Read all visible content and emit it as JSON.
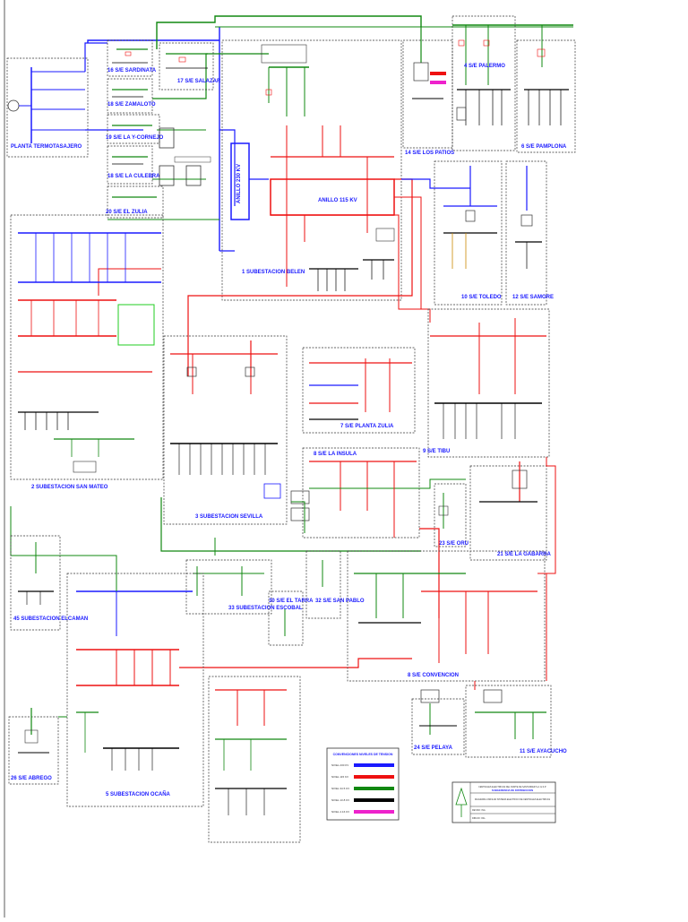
{
  "substations": [
    {
      "id": "planta-termotasajero",
      "label": "PLANTA TERMOTASAJERO"
    },
    {
      "id": "sardinata",
      "label": "16 S/E SARDINATA"
    },
    {
      "id": "zamaloto",
      "label": "18 S/E ZAMALOTO"
    },
    {
      "id": "la-ye-cornejo",
      "label": "19 S/E LA Y-CORNEJO"
    },
    {
      "id": "la-culebra",
      "label": "18 S/E LA CULEBRA"
    },
    {
      "id": "el-zulia",
      "label": "20 S/E EL ZULIA"
    },
    {
      "id": "salazar",
      "label": "17 S/E SALAZAR"
    },
    {
      "id": "belen",
      "label": "1 SUBESTACION BELEN"
    },
    {
      "id": "palermo",
      "label": "4 S/E PALERMO"
    },
    {
      "id": "pamplona",
      "label": "6 S/E PAMPLONA"
    },
    {
      "id": "los-patios",
      "label": "14 S/E LOS PATIOS"
    },
    {
      "id": "toledo",
      "label": "10 S/E TOLEDO"
    },
    {
      "id": "samore",
      "label": "12 S/E SAMORE"
    },
    {
      "id": "san-mateo",
      "label": "2 SUBESTACION SAN MATEO"
    },
    {
      "id": "sevilla",
      "label": "3 SUBESTACION SEVILLA"
    },
    {
      "id": "planta-zulia",
      "label": "7 S/E PLANTA ZULIA"
    },
    {
      "id": "la-insula",
      "label": "8 S/E LA INSULA"
    },
    {
      "id": "tibu",
      "label": "9 S/E TIBU"
    },
    {
      "id": "oru",
      "label": "23 S/E ORU"
    },
    {
      "id": "la-gabarra",
      "label": "21 S/E LA GABARRA"
    },
    {
      "id": "elcaman",
      "label": "45 SUBESTACION ELCAMAN"
    },
    {
      "id": "escobal",
      "label": "33 SUBESTACION ESCOBAL"
    },
    {
      "id": "el-tarra",
      "label": "30 S/E EL TARRA"
    },
    {
      "id": "san-pablo",
      "label": "32 S/E SAN PABLO"
    },
    {
      "id": "convencion",
      "label": "8 S/E CONVENCION"
    },
    {
      "id": "abrego",
      "label": "26 S/E ABREGO"
    },
    {
      "id": "ocana",
      "label": "5 SUBESTACION OCAÑA"
    },
    {
      "id": "pelaya",
      "label": "24 S/E PELAYA"
    },
    {
      "id": "ayacucho",
      "label": "11 S/E AYACUCHO"
    }
  ],
  "rings": {
    "anillo_230": "ANILLO 230 KV",
    "anillo_115": "ANILLO 115 KV"
  },
  "legend": {
    "title": "CONVENCIONES NIVELES DE TENSION",
    "items": [
      {
        "label": "NIVEL 230 KV",
        "color": "#1a1aff"
      },
      {
        "label": "NIVEL 115 KV",
        "color": "#ee1111"
      },
      {
        "label": "NIVEL 34.5 KV",
        "color": "#118811"
      },
      {
        "label": "NIVEL 13.8 KV",
        "color": "#000000"
      },
      {
        "label": "NIVEL 4.16 KV",
        "color": "#ee22cc"
      }
    ]
  },
  "title_block": {
    "company": "CENTRALES ELECTRICAS DEL NORTE DE SANTANDER S.A. E.S.P.",
    "dept": "SUBGERENCIA DE DISTRIBUCION",
    "desc": "DIAGRAMA UNIFILAR SISTEMA ELECTRICO DE CENTRALES ELECTRICAS",
    "revision": "REVISO: ING.",
    "date": "DIBUJO: ING."
  },
  "colors": {
    "kv230": "#1a1aff",
    "kv115": "#ee1111",
    "kv345": "#118811",
    "kv138": "#000000",
    "kv416": "#ee22cc"
  }
}
